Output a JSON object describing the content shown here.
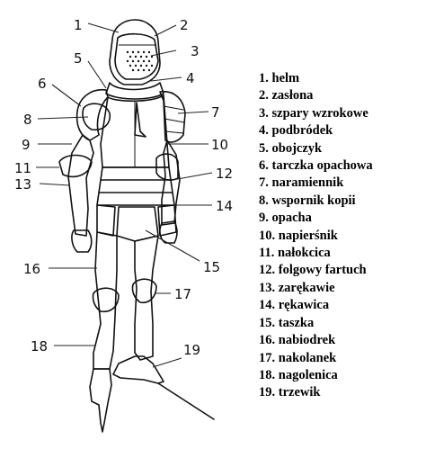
{
  "callouts": [
    "1",
    "2",
    "3",
    "4",
    "5",
    "6",
    "7",
    "8",
    "9",
    "10",
    "11",
    "12",
    "13",
    "14",
    "15",
    "16",
    "17",
    "18",
    "19"
  ],
  "legend": [
    {
      "num": "1.",
      "label": "helm"
    },
    {
      "num": "2.",
      "label": "zasłona"
    },
    {
      "num": "3.",
      "label": "szpary wzrokowe"
    },
    {
      "num": "4.",
      "label": "podbródek"
    },
    {
      "num": "5.",
      "label": "obojczyk"
    },
    {
      "num": "6.",
      "label": "tarczka opachowa"
    },
    {
      "num": "7.",
      "label": "naramiennik"
    },
    {
      "num": "8.",
      "label": "wspornik kopii"
    },
    {
      "num": "9.",
      "label": "opacha"
    },
    {
      "num": "10.",
      "label": "napierśnik"
    },
    {
      "num": "11.",
      "label": "nałokcica"
    },
    {
      "num": "12.",
      "label": "folgowy fartuch"
    },
    {
      "num": "13.",
      "label": "zarękawie"
    },
    {
      "num": "14.",
      "label": "rękawica"
    },
    {
      "num": "15.",
      "label": "taszka"
    },
    {
      "num": "16.",
      "label": "nabiodrek"
    },
    {
      "num": "17.",
      "label": "nakolanek"
    },
    {
      "num": "18.",
      "label": "nagolenica"
    },
    {
      "num": "19.",
      "label": "trzewik"
    }
  ]
}
